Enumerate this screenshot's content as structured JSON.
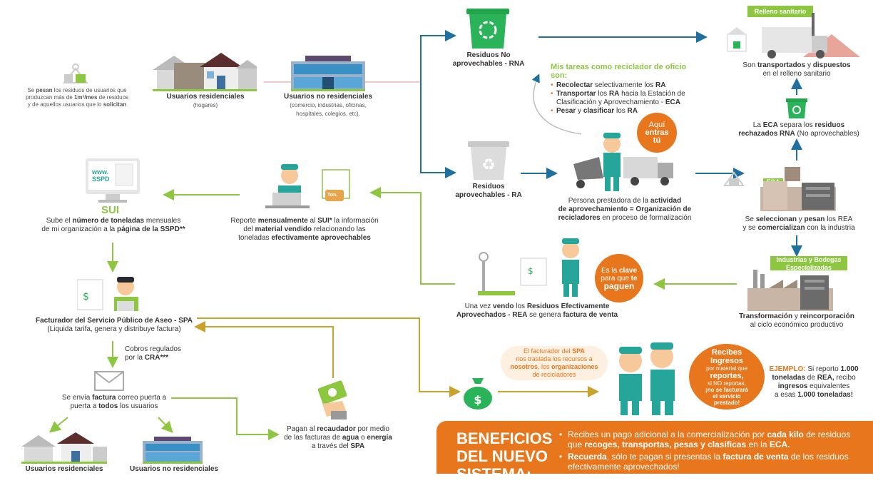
{
  "colors": {
    "green": "#8dc63f",
    "blue": "#1f6fa0",
    "orange": "#e8761c",
    "teal": "#26a69a"
  },
  "nodes": {
    "pesan": {
      "line1_pre": "Se ",
      "line1_b": "pesan",
      "line1_post": " los residuos de usuarios que",
      "line2_pre": "produzcan más de ",
      "line2_b": "1m³/mes",
      "line2_post": " de residuos",
      "line3_pre": "y de aquellos usuarios que lo ",
      "line3_b": "solicitan"
    },
    "res_users": {
      "title": "Usuarios residenciales",
      "sub": "(hogares)"
    },
    "nonres_users": {
      "title": "Usuarios no residenciales",
      "sub": "(comercio, industrias, oficinas, hospitales, colegios, etc)."
    },
    "rna": {
      "label": "Residuos No aprovechables - RNA"
    },
    "ra": {
      "label": "Residuos aprovechables - RA"
    },
    "relleno": {
      "tag": "Relleno sanitario",
      "pre": "Son ",
      "b1": "transportados",
      "mid": " y ",
      "b2": "dispuestos",
      "post": "en el  relleno sanitario"
    },
    "eca_sep": {
      "pre": "La ",
      "b1": "ECA",
      "mid": " separa los ",
      "b2": "residuos",
      "line2_b": "rechazados RNA",
      "line2_post": " (No aprovechables)"
    },
    "tasks": {
      "heading": "Mis tareas como reciclador de oficio son:",
      "items": [
        {
          "b": "Recolectar",
          "t": " selectivamente los ",
          "b2": "RA"
        },
        {
          "b": "Transportar",
          "t": " los ",
          "b2": "RA",
          "t2": " hacia la Estación de Clasificación y Aprovechamiento - ",
          "b3": "ECA"
        },
        {
          "b": "Pesar",
          "t": " y ",
          "b2": "clasificar",
          "t2": " los ",
          "b3": "RA"
        }
      ]
    },
    "aqui": {
      "line1": "Aquí",
      "line2": "entras",
      "line3": "tú"
    },
    "persona": {
      "pre": "Persona prestadora de la ",
      "b1": "actividad",
      "line2_b": "de aprovechamiento = Organización de",
      "line3_b": "recicladores",
      "line3_post": " en proceso de formalización"
    },
    "eca": {
      "tag": "ECA",
      "pre": "Se ",
      "b1": "seleccionan",
      "mid": " y ",
      "b2": "pesan",
      "post": " los REA",
      "line2_pre": "y se ",
      "line2_b": "comercializan",
      "line2_post": " con la industria"
    },
    "sui": {
      "screen": "www. SSPD",
      "label": "SUI",
      "pre": "Sube el ",
      "b1": "número de toneladas",
      "mid": " mensuales",
      "line2_pre": "de mi organización a la ",
      "line2_b": "página de la SSPD**"
    },
    "reporte": {
      "ton": "Ton.",
      "pre": "Reporte ",
      "b1": "mensualmente",
      "mid": " al ",
      "b2": "SUI*",
      "post": " la información",
      "line2_pre": "del ",
      "line2_b": "material vendido",
      "line2_post": " relacionando las",
      "line3_pre": "toneladas ",
      "line3_b": "efectivamente aprovechables"
    },
    "factura_venta": {
      "line1_pre": "Una vez ",
      "line1_b": "vendo",
      "line1_mid": " los ",
      "line1_b2": "Residuos Efectivamente",
      "line2_b": "Aprovechados - REA",
      "line2_mid": " se genera ",
      "line2_b2": "factura de venta"
    },
    "clave": {
      "line1": "Es la",
      "line1_b": "clave",
      "line2": "para que",
      "line2_b": "te",
      "line3_b": "paguen"
    },
    "industrias": {
      "tag": "Industrias y Bodegas Especializadas",
      "b1": "Transformación",
      "mid": " y ",
      "b2": "reincorporación",
      "line2": "al ciclo económico productivo"
    },
    "facturador": {
      "title": "Facturador del Servicio Público de Aseo - SPA",
      "sub": "(Liquida tarifa, genera y distribuye factura)"
    },
    "cobros": {
      "line1": "Cobros regulados",
      "line2_pre": "por la ",
      "line2_b": "CRA***"
    },
    "correo": {
      "pre": "Se envía ",
      "b1": "factura",
      "post": " correo puerta a",
      "line2_pre": "puerta a ",
      "line2_b": "todos",
      "line2_post": " los usuarios"
    },
    "recaudador": {
      "pre": "Pagan al ",
      "b1": "recaudador",
      "post": " por medio",
      "line2_pre": "de las facturas de ",
      "line2_b": "agua",
      "line2_mid": " o ",
      "line2_b2": "energía",
      "line3_pre": "a través del ",
      "line3_b": "SPA"
    },
    "bubble": {
      "pre": "El facturador del ",
      "b1": "SPA",
      "line2": "nos traslada los recursos a",
      "line3_b": "nosotros",
      "line3_mid": ", los ",
      "line3_b2": "organizaciones",
      "line4": "de recicladores"
    },
    "ingresos": {
      "line1": "Recibes",
      "line2": "Ingresos",
      "line3": "por material que",
      "line4": "reportes,",
      "line5": "si NO reportas,",
      "line6": "¡no se facturará",
      "line7": "el servicio",
      "line8": "prestado!"
    },
    "ejemplo": {
      "b1": "EJEMPLO:",
      "post": " Si reporto ",
      "b2": "1.000",
      "line2_b": "toneladas",
      "line2_mid": " de ",
      "line2_b2": "REA,",
      "line2_post": " recibo",
      "line3_b": "ingresos",
      "line3_post": " equivalentes",
      "line4_pre": "a esas ",
      "line4_b": "1.000 toneladas!"
    },
    "bottom_res": {
      "title": "Usuarios residenciales"
    },
    "bottom_nonres": {
      "title": "Usuarios no residenciales"
    }
  },
  "benefits": {
    "heading": [
      "BENEFICIOS",
      "DEL NUEVO",
      "SISTEMA:"
    ],
    "item1_pre": "Recibes un pago adicional a la comercialización por ",
    "item1_b": "cada kilo",
    "item1_mid": " de residuos que ",
    "item1_b2": "recoges, transportas, pesas y clasificas",
    "item1_post": " en la ",
    "item1_b3": "ECA.",
    "item2_b": "Recuerda",
    "item2_mid": ", sólo te pagan si presentas la ",
    "item2_b2": "factura de venta",
    "item2_post": " de los residuos efectivamente aprovechados!"
  }
}
